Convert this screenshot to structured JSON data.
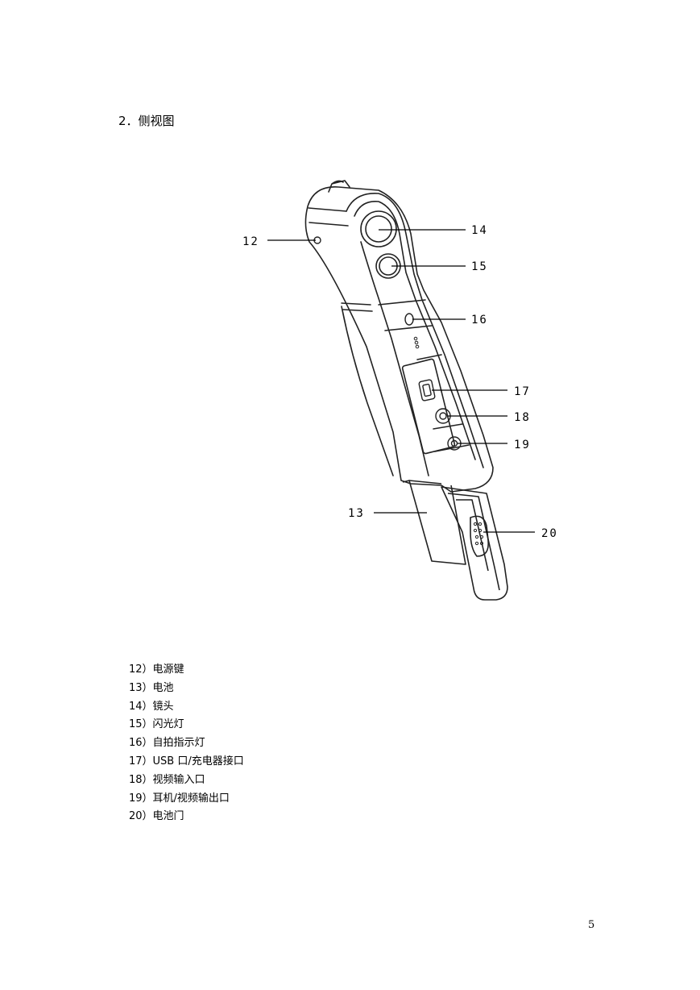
{
  "section_title": "2．侧视图",
  "callouts": {
    "c12": "12",
    "c13": "13",
    "c14": "14",
    "c15": "15",
    "c16": "16",
    "c17": "17",
    "c18": "18",
    "c19": "19",
    "c20": "20"
  },
  "parts": [
    "12）电源键",
    "13）电池",
    "14）镜头",
    "15）闪光灯",
    "16）自拍指示灯",
    "17）USB 口/充电器接口",
    "18）视频输入口",
    "19）耳机/视频输出口",
    "20）电池门"
  ],
  "page_number": "5"
}
